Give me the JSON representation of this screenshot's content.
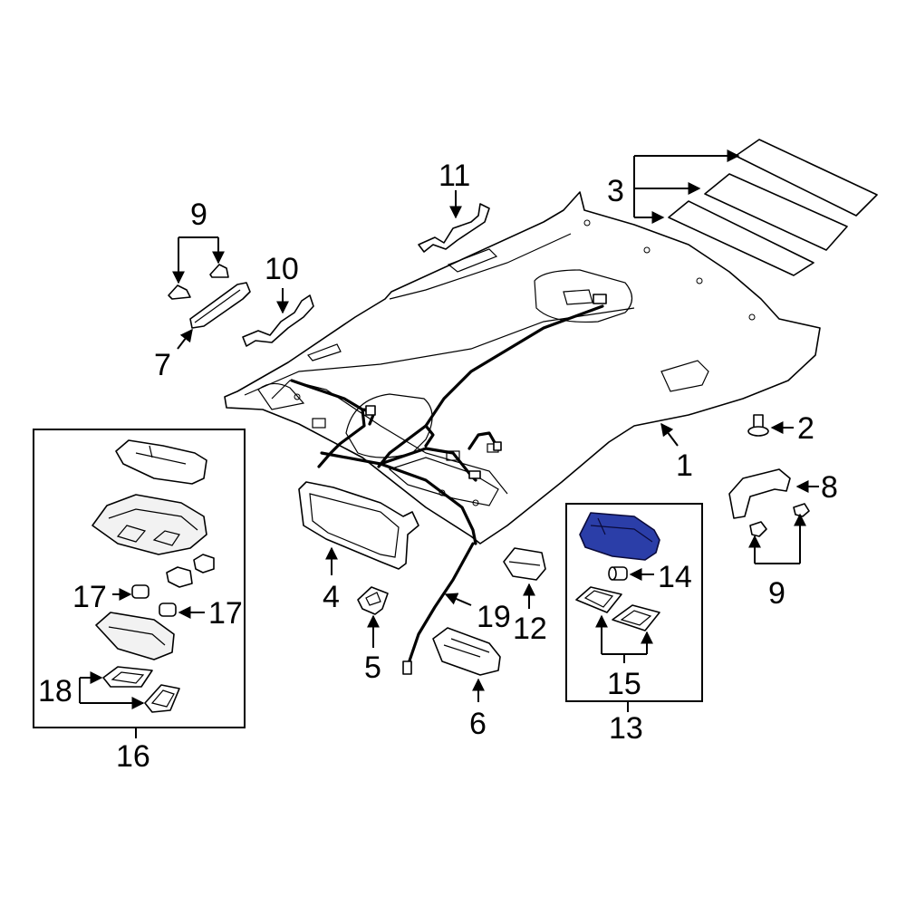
{
  "diagram": {
    "highlight_color": "#2b3ea8",
    "callouts": {
      "c1": "1",
      "c2": "2",
      "c3": "3",
      "c4": "4",
      "c5": "5",
      "c6": "6",
      "c7": "7",
      "c8": "8",
      "c9a": "9",
      "c9b": "9",
      "c10": "10",
      "c11": "11",
      "c12": "12",
      "c13": "13",
      "c14": "14",
      "c15": "15",
      "c16": "16",
      "c17a": "17",
      "c17b": "17",
      "c18": "18",
      "c19": "19"
    }
  }
}
